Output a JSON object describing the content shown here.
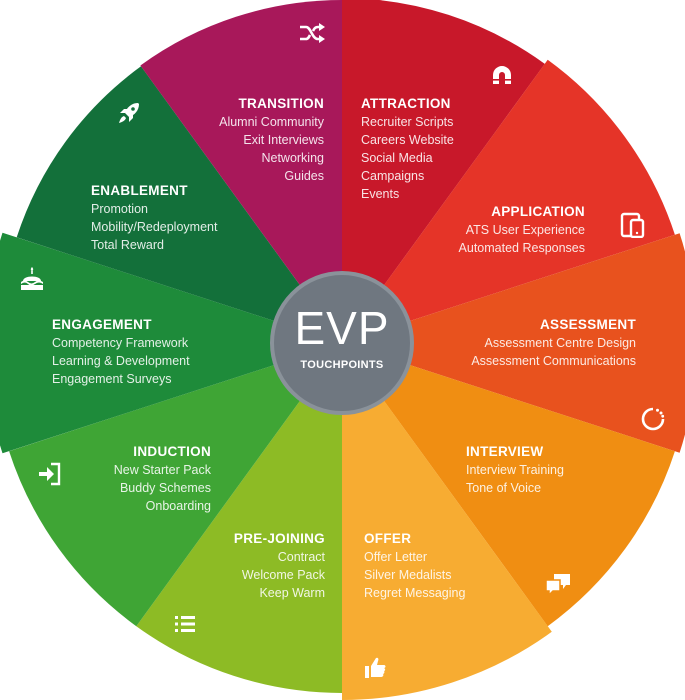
{
  "center": {
    "title": "EVP",
    "subtitle": "TOUCHPOINTS",
    "color": "#6f7780"
  },
  "segments": [
    {
      "id": "attraction",
      "title": "ATTRACTION",
      "items": [
        "Recruiter Scripts",
        "Careers Website",
        "Social Media",
        "Campaigns",
        "Events"
      ],
      "color": "#c8182a",
      "icon": "magnet-icon"
    },
    {
      "id": "application",
      "title": "APPLICATION",
      "items": [
        "ATS User Experience",
        "Automated Responses"
      ],
      "color": "#e53428",
      "icon": "tablet-phone-icon"
    },
    {
      "id": "assessment",
      "title": "ASSESSMENT",
      "items": [
        "Assessment Centre Design",
        "Assessment Communications"
      ],
      "color": "#e8521e",
      "icon": "progress-circle-icon"
    },
    {
      "id": "interview",
      "title": "INTERVIEW",
      "items": [
        "Interview Training",
        "Tone of Voice"
      ],
      "color": "#f08e12",
      "icon": "chat-bubbles-icon"
    },
    {
      "id": "offer",
      "title": "OFFER",
      "items": [
        "Offer Letter",
        "Silver Medalists",
        "Regret Messaging"
      ],
      "color": "#f7ac32",
      "icon": "thumbs-up-icon"
    },
    {
      "id": "prejoining",
      "title": "PRE-JOINING",
      "items": [
        "Contract",
        "Welcome Pack",
        "Keep Warm"
      ],
      "color": "#8dbb25",
      "icon": "list-icon"
    },
    {
      "id": "induction",
      "title": "INDUCTION",
      "items": [
        "New Starter Pack",
        "Buddy Schemes",
        "Onboarding"
      ],
      "color": "#3fa535",
      "icon": "sign-in-icon"
    },
    {
      "id": "engagement",
      "title": "ENGAGEMENT",
      "items": [
        "Competency Framework",
        "Learning & Development",
        "Engagement Surveys"
      ],
      "color": "#1e8b3a",
      "icon": "cake-icon"
    },
    {
      "id": "enablement",
      "title": "ENABLEMENT",
      "items": [
        "Promotion",
        "Mobility/Redeployment",
        "Total Reward"
      ],
      "color": "#13703a",
      "icon": "rocket-icon"
    },
    {
      "id": "transition",
      "title": "TRANSITION",
      "items": [
        "Alumni Community",
        "Exit Interviews",
        "Networking",
        "Guides"
      ],
      "color": "#a8185a",
      "icon": "shuffle-icon"
    }
  ]
}
